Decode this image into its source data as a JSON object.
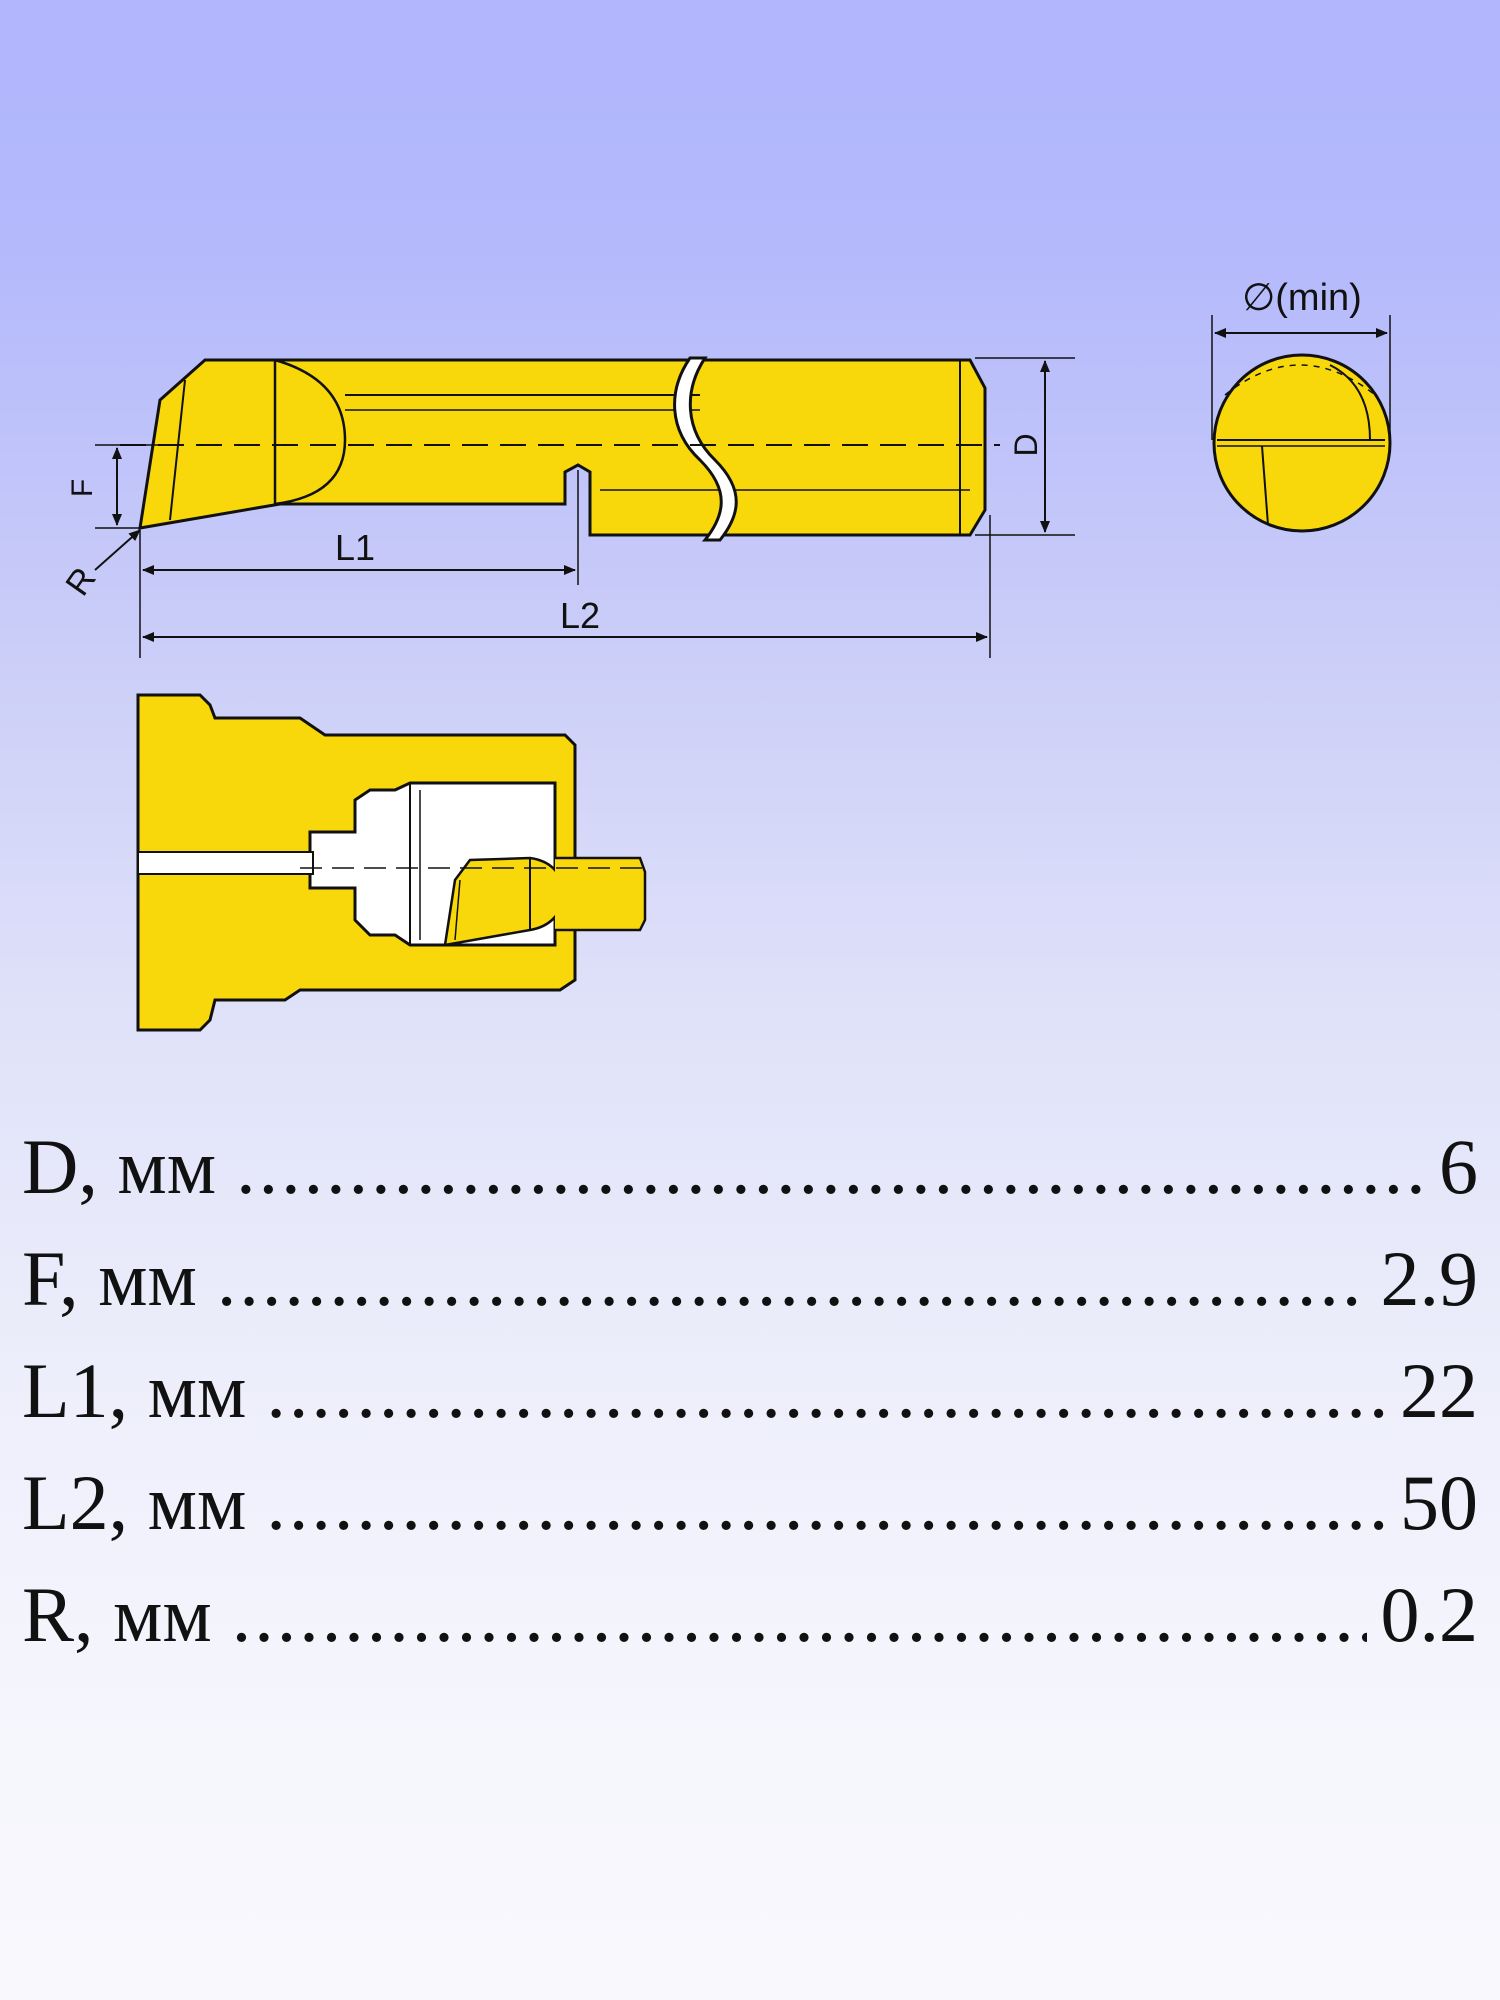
{
  "dimension_labels": {
    "F": "F",
    "R": "R",
    "L1": "L1",
    "L2": "L2",
    "D": "D",
    "diameter_min": "∅(min)"
  },
  "specs": [
    {
      "label": "D, мм",
      "value": "6"
    },
    {
      "label": "F, мм",
      "value": "2.9"
    },
    {
      "label": "L1, мм",
      "value": "22"
    },
    {
      "label": "L2, мм",
      "value": "50"
    },
    {
      "label": "R, мм",
      "value": "0.2"
    }
  ],
  "colors": {
    "tool_fill": "#f8d80a",
    "outline": "#111111",
    "background_top": "#b1b6fd",
    "background_bottom": "#f8f8fd"
  }
}
